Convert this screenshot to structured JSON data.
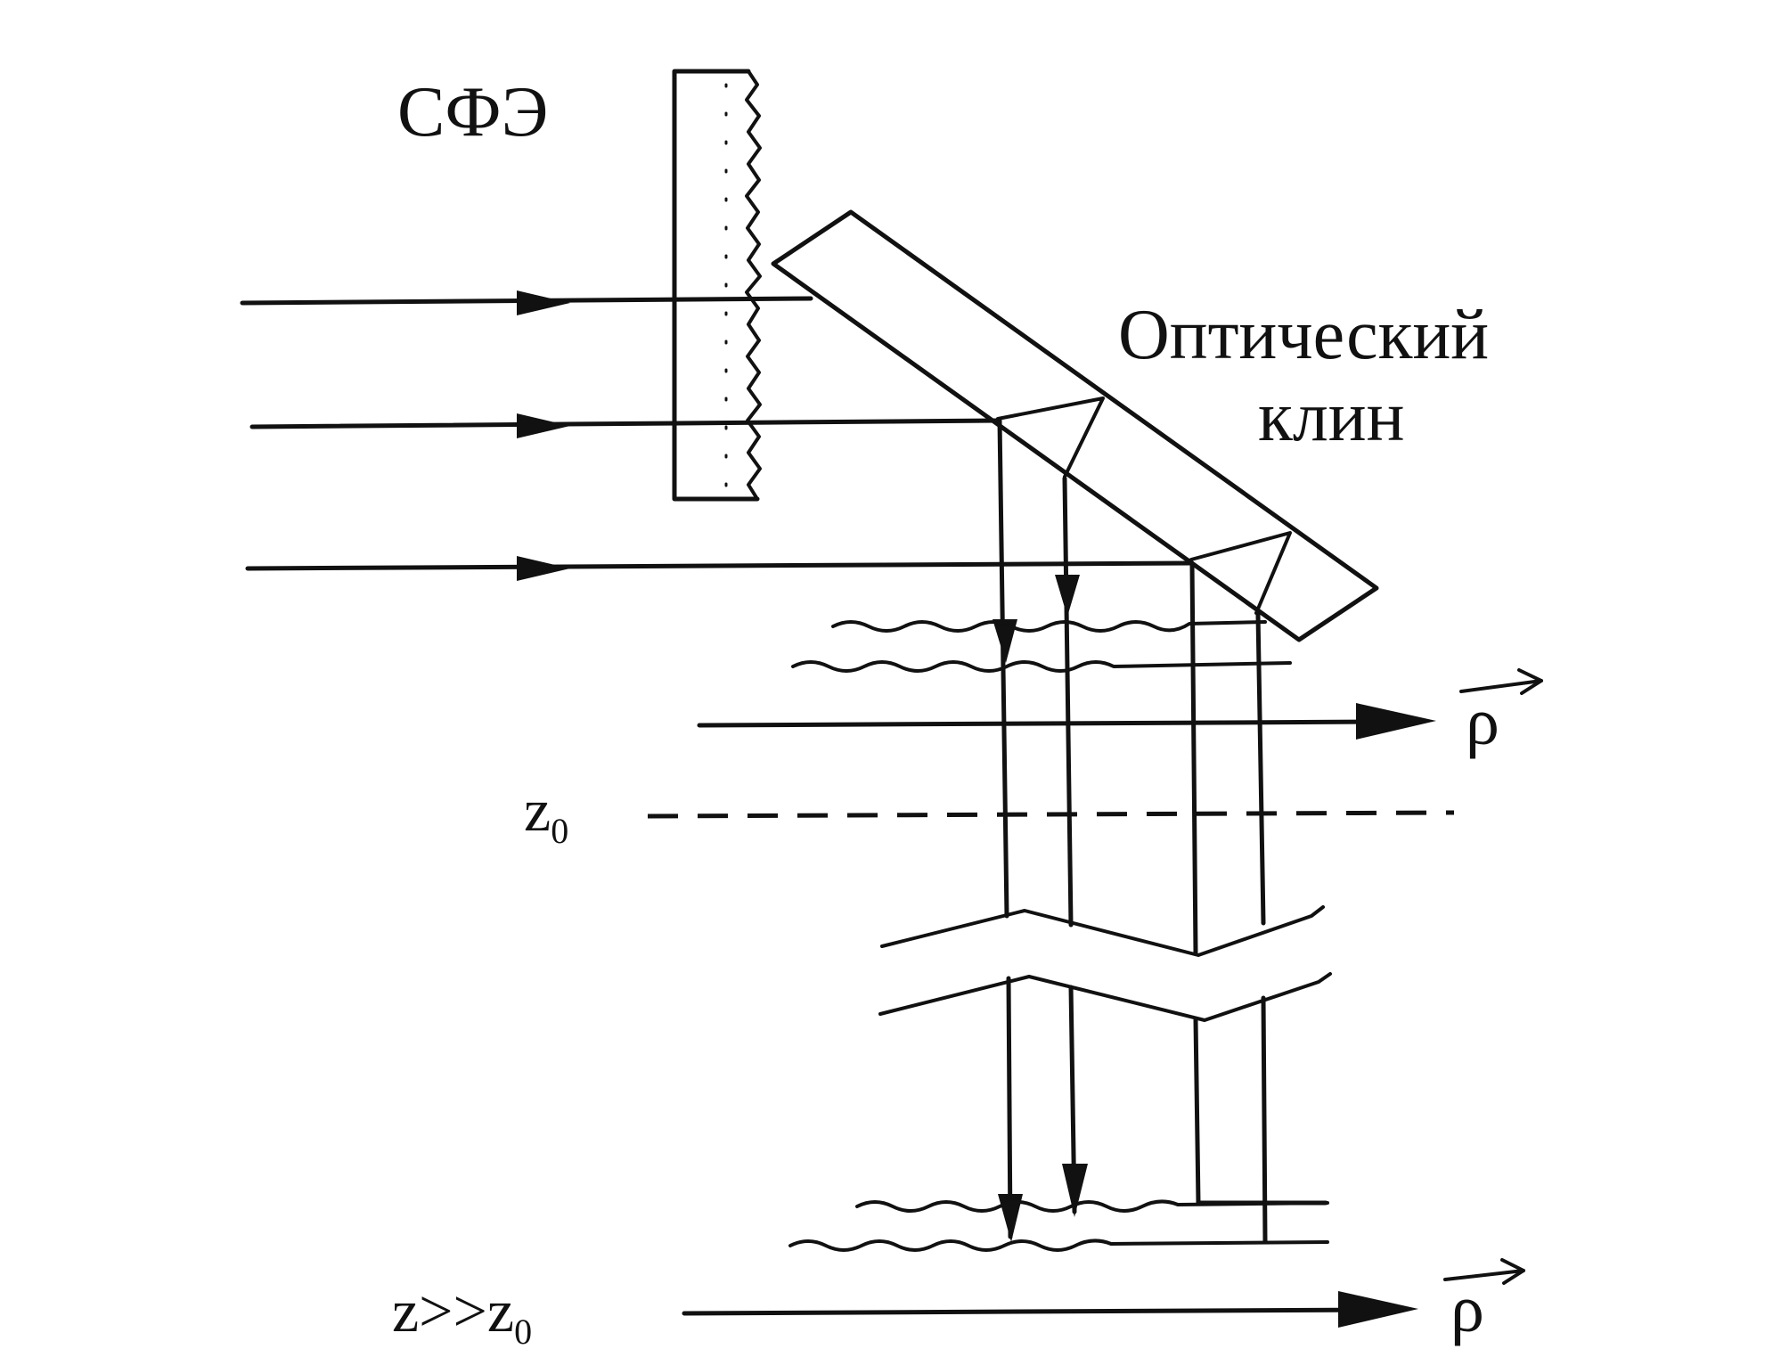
{
  "labels": {
    "sfe": "СФЭ",
    "wedge_line1": "Оптический",
    "wedge_line2": "клин",
    "rho_top": "ρ",
    "z0_letter": "z",
    "z0_sub": "0",
    "zfar_letter": "z>>z",
    "zfar_sub": "0",
    "rho_bottom": "ρ"
  },
  "colors": {
    "ink": "#111111",
    "background": "#ffffff"
  }
}
